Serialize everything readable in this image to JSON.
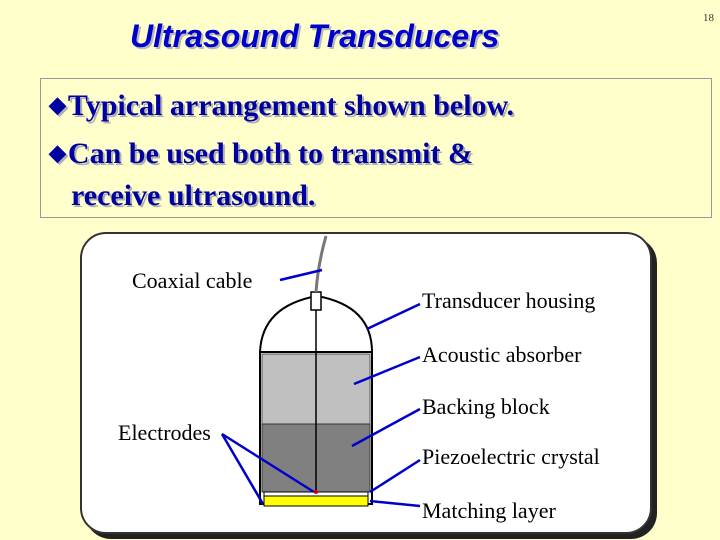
{
  "slide": {
    "title": "Ultrasound Transducers",
    "page_number": "18"
  },
  "bullets": [
    {
      "lines": [
        "Typical arrangement shown below."
      ]
    },
    {
      "lines": [
        "Can be used both to transmit &",
        "receive ultrasound."
      ]
    }
  ],
  "diagram": {
    "labels": {
      "coaxial_cable": "Coaxial cable",
      "transducer_housing": "Transducer housing",
      "acoustic_absorber": "Acoustic absorber",
      "backing_block": "Backing block",
      "electrodes": "Electrodes",
      "piezoelectric_crystal": "Piezoelectric crystal",
      "matching_layer": "Matching layer"
    },
    "colors": {
      "leader_line": "#0000cc",
      "absorber": "#c0c0c0",
      "backing_block": "#808080",
      "matching_layer": "#ffff00",
      "outline": "#000000"
    }
  }
}
